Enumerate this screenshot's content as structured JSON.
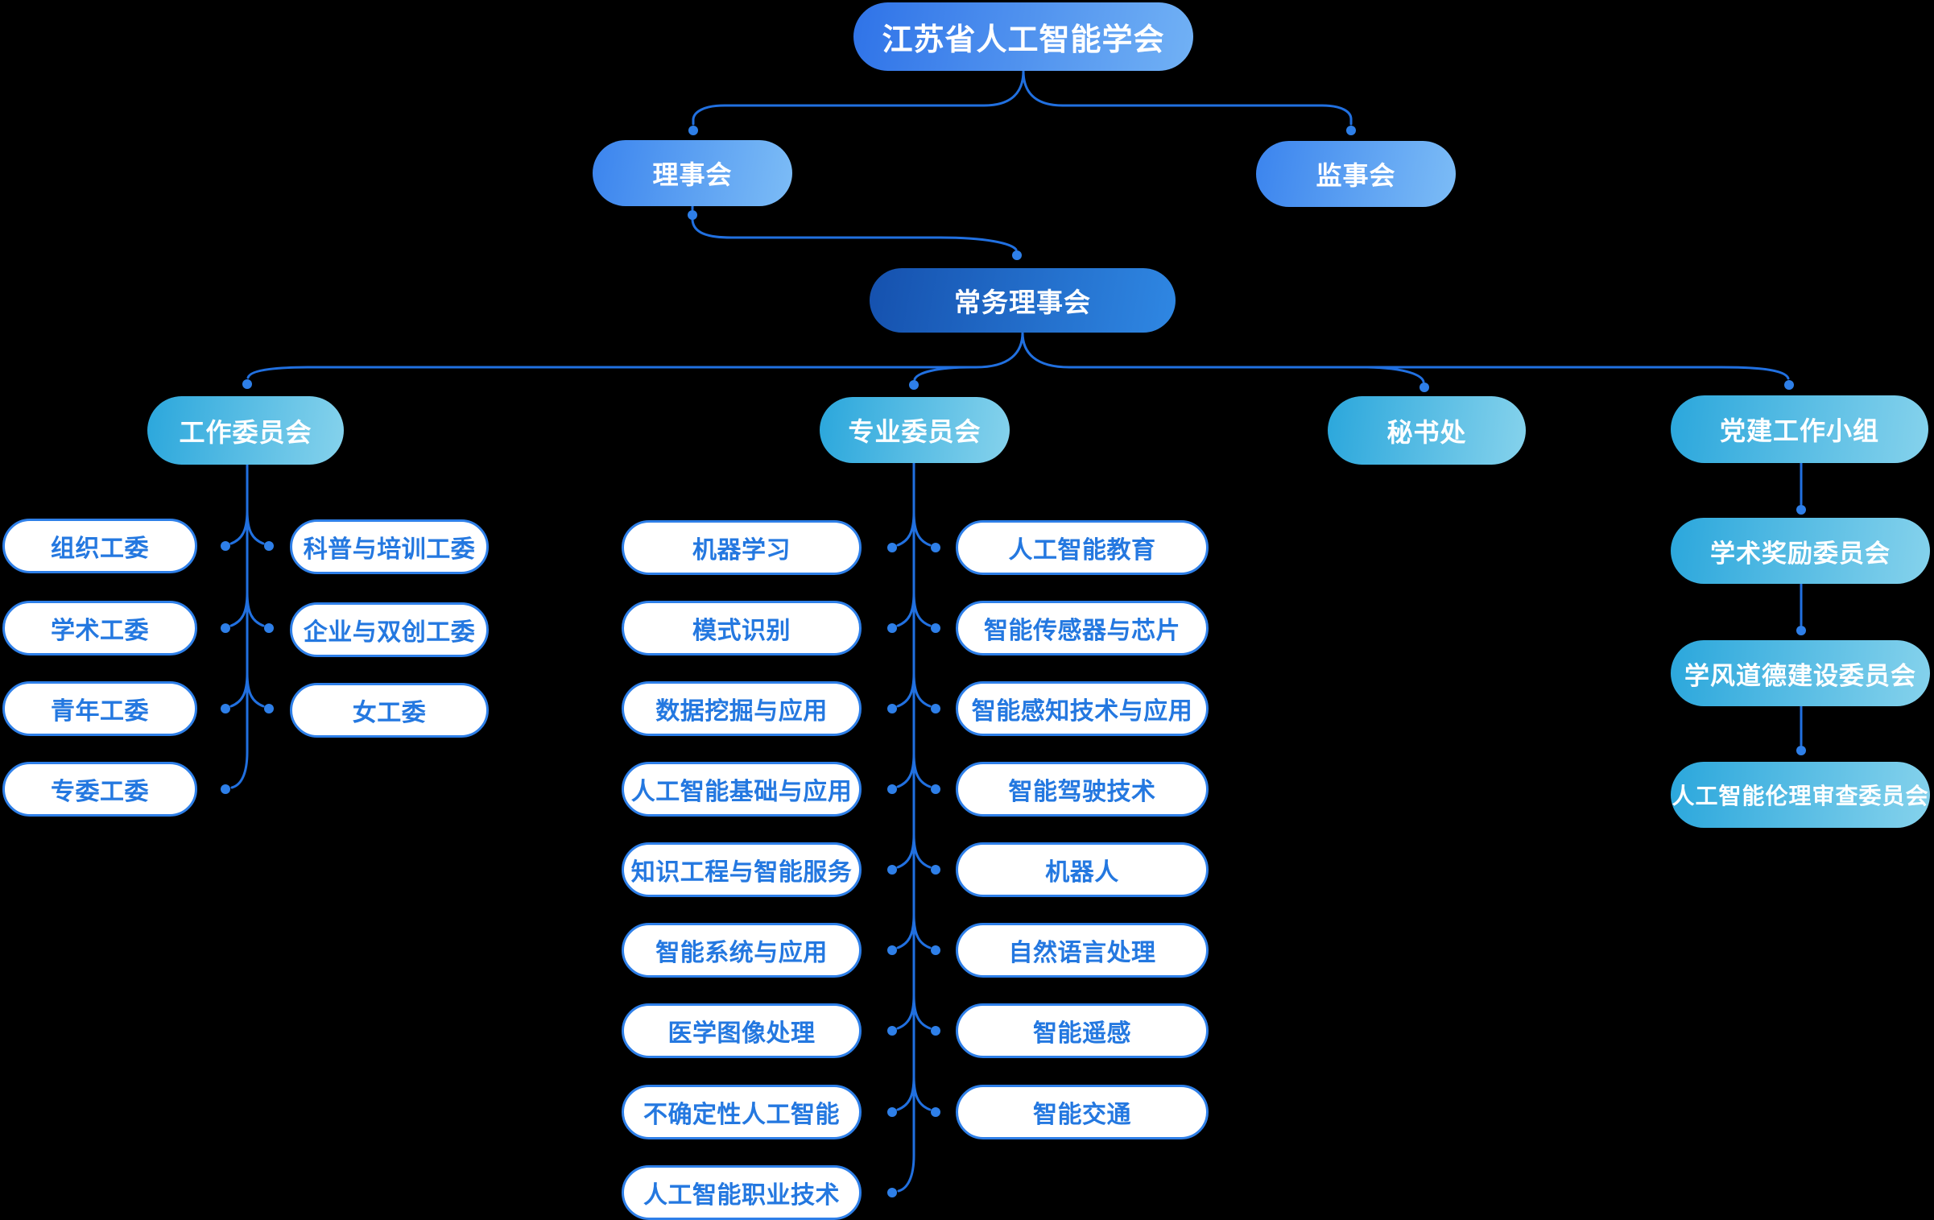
{
  "org": {
    "root": {
      "label": "江苏省人工智能学会"
    },
    "board": {
      "label": "理事会"
    },
    "supervisory": {
      "label": "监事会"
    },
    "standing": {
      "label": "常务理事会"
    },
    "work": {
      "label": "工作委员会",
      "left": [
        "组织工委",
        "学术工委",
        "青年工委",
        "专委工委"
      ],
      "right": [
        "科普与培训工委",
        "企业与双创工委",
        "女工委"
      ]
    },
    "professional": {
      "label": "专业委员会",
      "left": [
        "机器学习",
        "模式识别",
        "数据挖掘与应用",
        "人工智能基础与应用",
        "知识工程与智能服务",
        "智能系统与应用",
        "医学图像处理",
        "不确定性人工智能",
        "人工智能职业技术"
      ],
      "right": [
        "人工智能教育",
        "智能传感器与芯片",
        "智能感知技术与应用",
        "智能驾驶技术",
        "机器人",
        "自然语言处理",
        "智能遥感",
        "智能交通"
      ]
    },
    "secretariat": {
      "label": "秘书处"
    },
    "party": {
      "label": "党建工作小组",
      "children": [
        "学术奖励委员会",
        "学风道德建设委员会",
        "人工智能伦理审查委员会"
      ]
    }
  },
  "colors": {
    "background": "#000000",
    "connector_line": "#2170E0",
    "connector_dot": "#2E7FE8",
    "root_gradient": [
      "#2F73E8",
      "#71B1F5"
    ],
    "level2_gradient": [
      "#3B84EE",
      "#7CBCF6"
    ],
    "standing_gradient": [
      "#1551AE",
      "#2F87E3"
    ],
    "cyan_gradient": [
      "#2BA7DC",
      "#85D2EC"
    ],
    "white_pill_border": "#2E7FE8",
    "white_pill_text": "#2478E0",
    "text_on_gradient": "#FFFFFF"
  }
}
